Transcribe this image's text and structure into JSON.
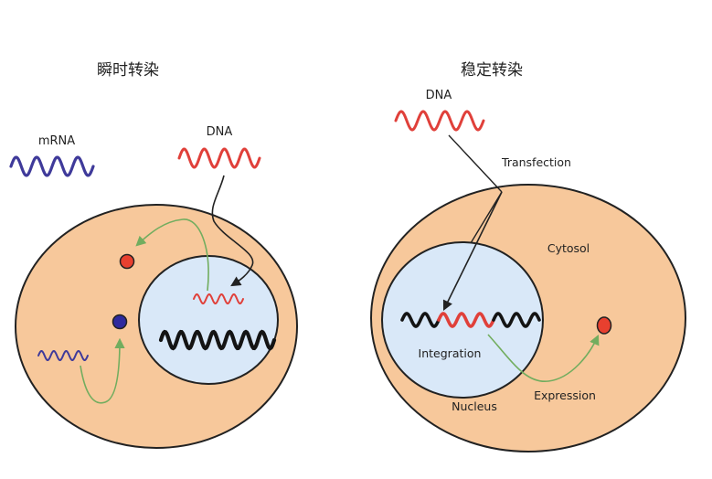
{
  "left": {
    "title": "瞬时转染",
    "mrna_label": "mRNA",
    "dna_label": "DNA"
  },
  "right": {
    "title": "稳定转染",
    "dna_label": "DNA",
    "transfection_label": "Transfection",
    "cytosol_label": "Cytosol",
    "integration_label": "Integration",
    "nucleus_label": "Nucleus",
    "expression_label": "Expression"
  },
  "colors": {
    "cell_fill": "#f7c89b",
    "nucleus_fill": "#d9e8f8",
    "outline": "#222222",
    "mrna_wave": "#3f3a9a",
    "dna_wave": "#e0403a",
    "chromosome": "#141414",
    "green_arrow": "#72ad5f",
    "protein_red": "#e8402f",
    "protein_blue": "#2e2a9e"
  },
  "icons": [
    "mrna-wave-icon",
    "dna-wave-icon",
    "protein-dot-icon",
    "arrow-icon"
  ]
}
